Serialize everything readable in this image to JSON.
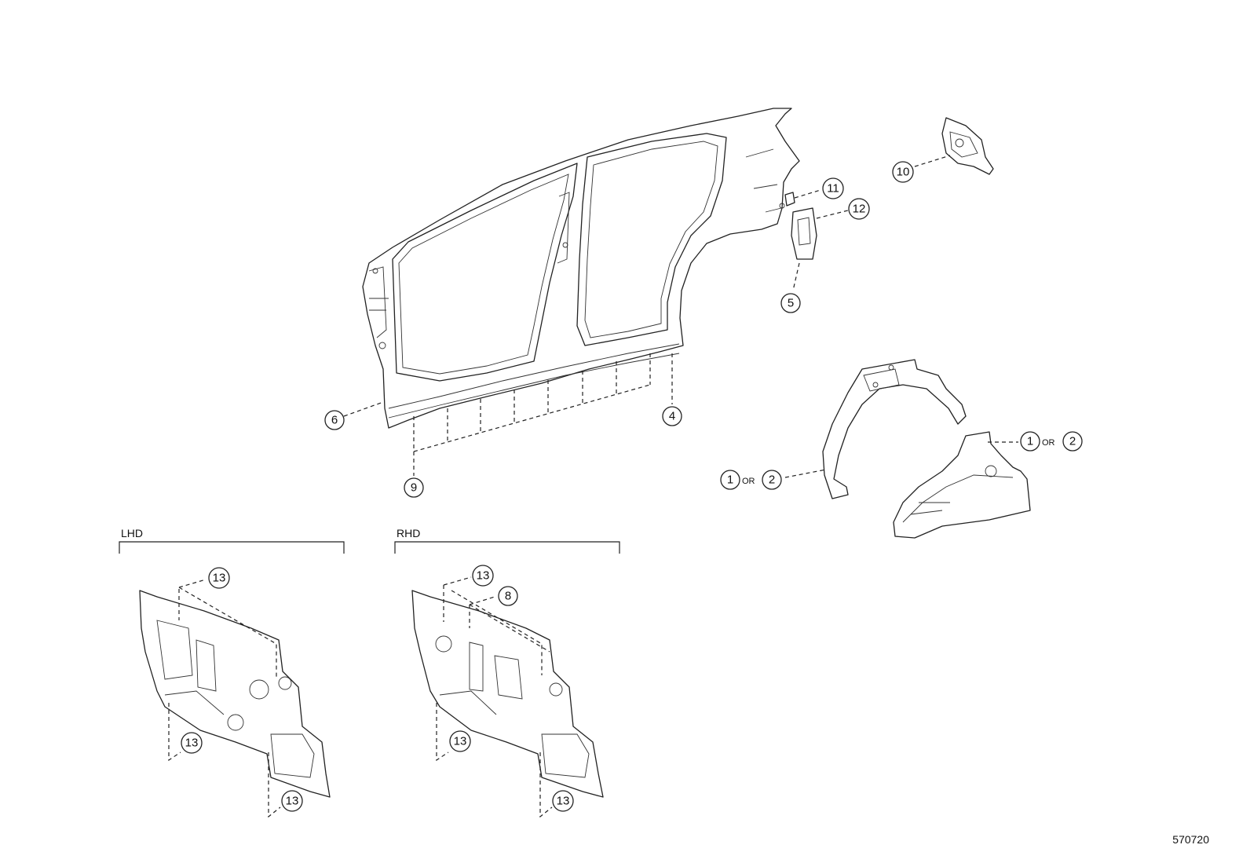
{
  "callouts": {
    "c1": "1",
    "c2": "2",
    "c4": "4",
    "c5": "5",
    "c6": "6",
    "c8": "8",
    "c9": "9",
    "c10": "10",
    "c11": "11",
    "c12": "12",
    "c13": "13"
  },
  "or_text": "OR",
  "labels": {
    "lhd": "LHD",
    "rhd": "RHD"
  },
  "figure_ref": "570720"
}
